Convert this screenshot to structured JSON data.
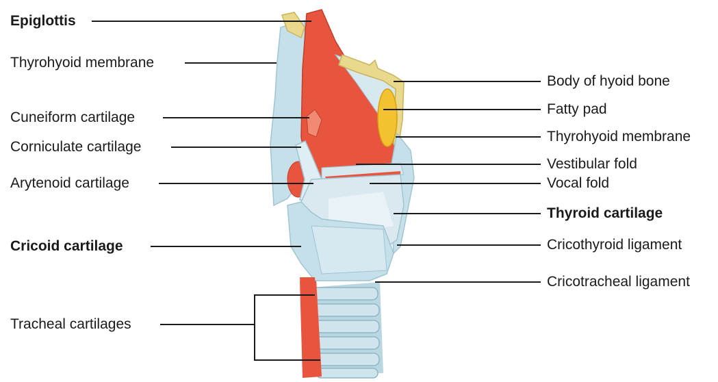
{
  "labels_left": [
    {
      "id": "epiglottis",
      "text": "Epiglottis",
      "bold": true
    },
    {
      "id": "thyrohyoid-membrane-left",
      "text": "Thyrohyoid membrane",
      "bold": false
    },
    {
      "id": "cuneiform-cartilage",
      "text": "Cuneiform cartilage",
      "bold": false
    },
    {
      "id": "corniculate-cartilage",
      "text": "Corniculate cartilage",
      "bold": false
    },
    {
      "id": "arytenoid-cartilage",
      "text": "Arytenoid cartilage",
      "bold": false
    },
    {
      "id": "cricoid-cartilage",
      "text": "Cricoid cartilage",
      "bold": true
    },
    {
      "id": "tracheal-cartilages",
      "text": "Tracheal cartilages",
      "bold": false
    }
  ],
  "labels_right": [
    {
      "id": "body-of-hyoid-bone",
      "text": "Body of hyoid bone",
      "bold": false
    },
    {
      "id": "fatty-pad",
      "text": "Fatty pad",
      "bold": false
    },
    {
      "id": "thyrohyoid-membrane-right",
      "text": "Thyrohyoid membrane",
      "bold": false
    },
    {
      "id": "vestibular-fold",
      "text": "Vestibular fold",
      "bold": false
    },
    {
      "id": "vocal-fold",
      "text": "Vocal fold",
      "bold": false
    },
    {
      "id": "thyroid-cartilage",
      "text": "Thyroid cartilage",
      "bold": true
    },
    {
      "id": "cricothyroid-ligament",
      "text": "Cricothyroid ligament",
      "bold": false
    },
    {
      "id": "cricotracheal-ligament",
      "text": "Cricotracheal ligament",
      "bold": false
    }
  ],
  "colors": {
    "muscle_red": "#e8553f",
    "cartilage_blue": "#c6e0ea",
    "cartilage_shadow": "#9fc4d3",
    "bone_yellow": "#e9d98c",
    "fat_yellow": "#f2c230",
    "text": "#1a1a1a"
  }
}
